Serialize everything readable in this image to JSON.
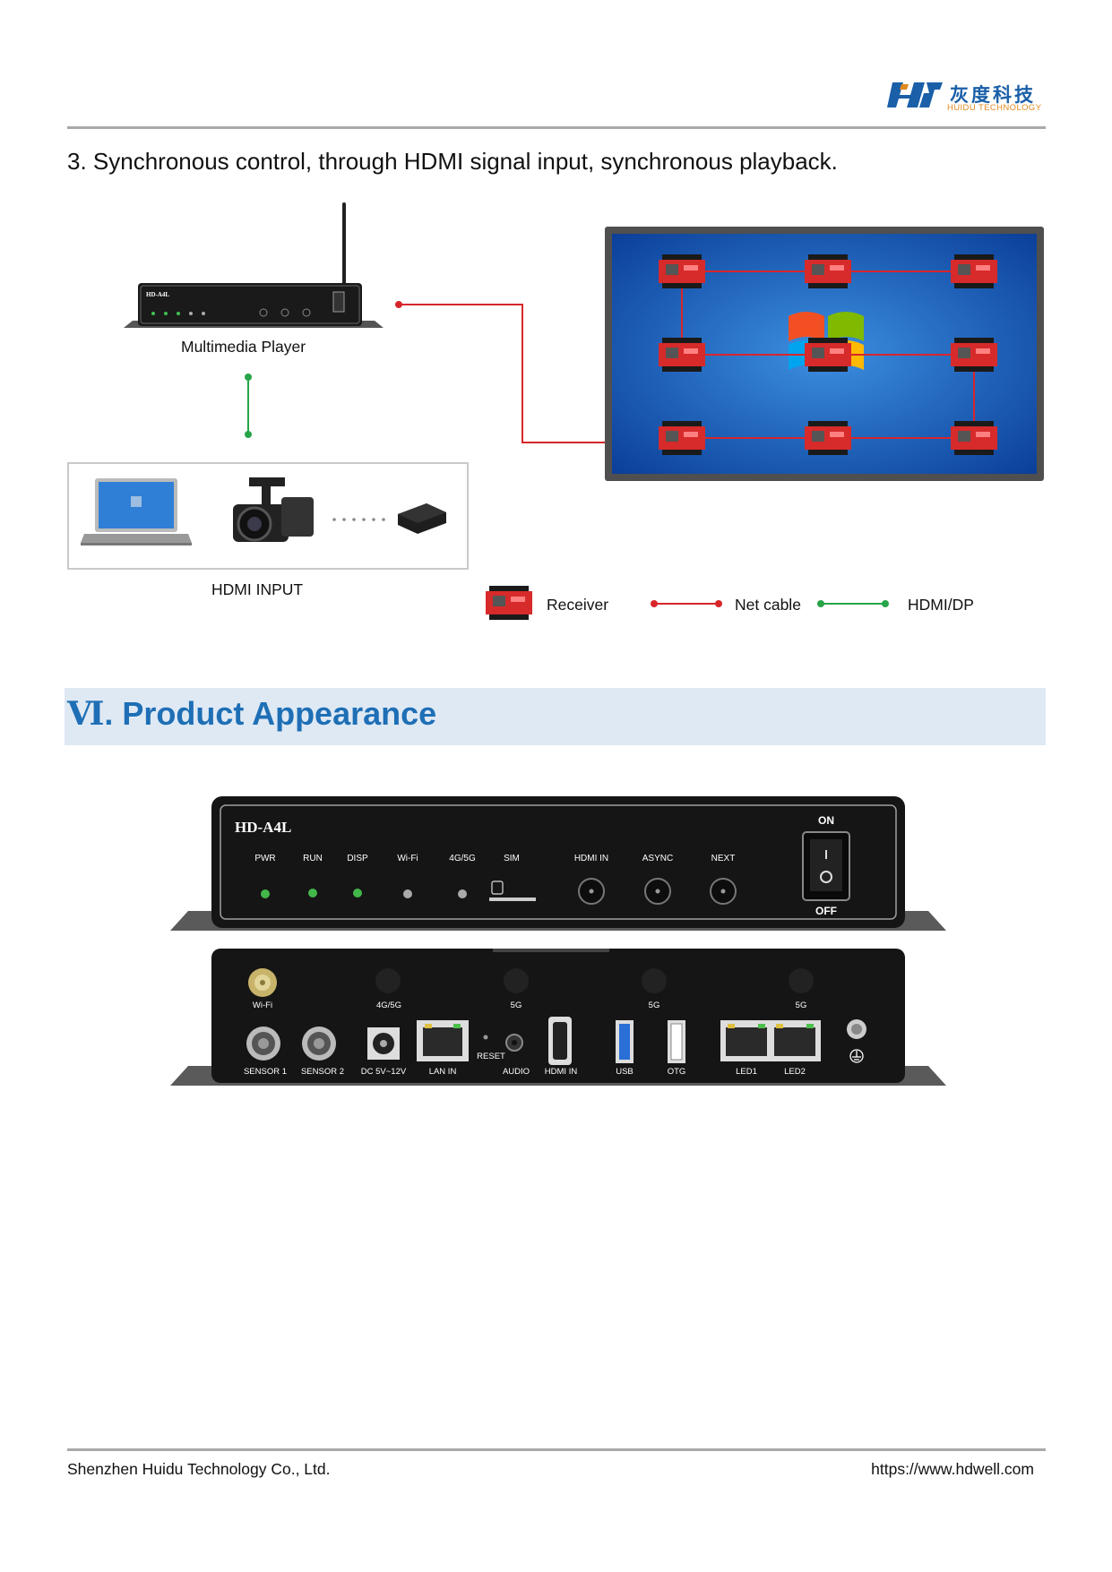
{
  "header": {
    "company_cn": "灰度科技",
    "company_en": "HUIDU TECHNOLOGY"
  },
  "intro": {
    "heading": "3. Synchronous control, through HDMI signal input, synchronous playback."
  },
  "diagram": {
    "player_caption": "Multimedia Player",
    "hdmi_input_caption": "HDMI INPUT",
    "legend": {
      "receiver": "Receiver",
      "net_cable": "Net cable",
      "hdmi_dp": "HDMI/DP"
    },
    "colors": {
      "net_cable": "#d7262b",
      "hdmi": "#27a548",
      "screen_border": "#505050"
    },
    "small_device_model": "HD-A4L"
  },
  "section": {
    "numeral": "Ⅵ",
    "title": ". Product Appearance"
  },
  "device": {
    "model": "HD-A4L",
    "switch_on": "ON",
    "switch_off": "OFF",
    "front_labels": [
      "PWR",
      "RUN",
      "DISP",
      "Wi-Fi",
      "4G/5G",
      "SIM",
      "HDMI IN",
      "ASYNC",
      "NEXT"
    ],
    "rear": {
      "wifi": "Wi-Fi",
      "antenna_4g": "4G/5G",
      "antenna_5g": "5G",
      "sensor1": "SENSOR 1",
      "sensor2": "SENSOR 2",
      "dc": "DC 5V~12V",
      "lan_in": "LAN IN",
      "reset": "RESET",
      "audio": "AUDIO",
      "hdmi_in": "HDMI IN",
      "usb": "USB",
      "otg": "OTG",
      "led1": "LED1",
      "led2": "LED2"
    }
  },
  "footer": {
    "company": "Shenzhen Huidu Technology Co., Ltd.",
    "url": "https://www.hdwell.com"
  }
}
